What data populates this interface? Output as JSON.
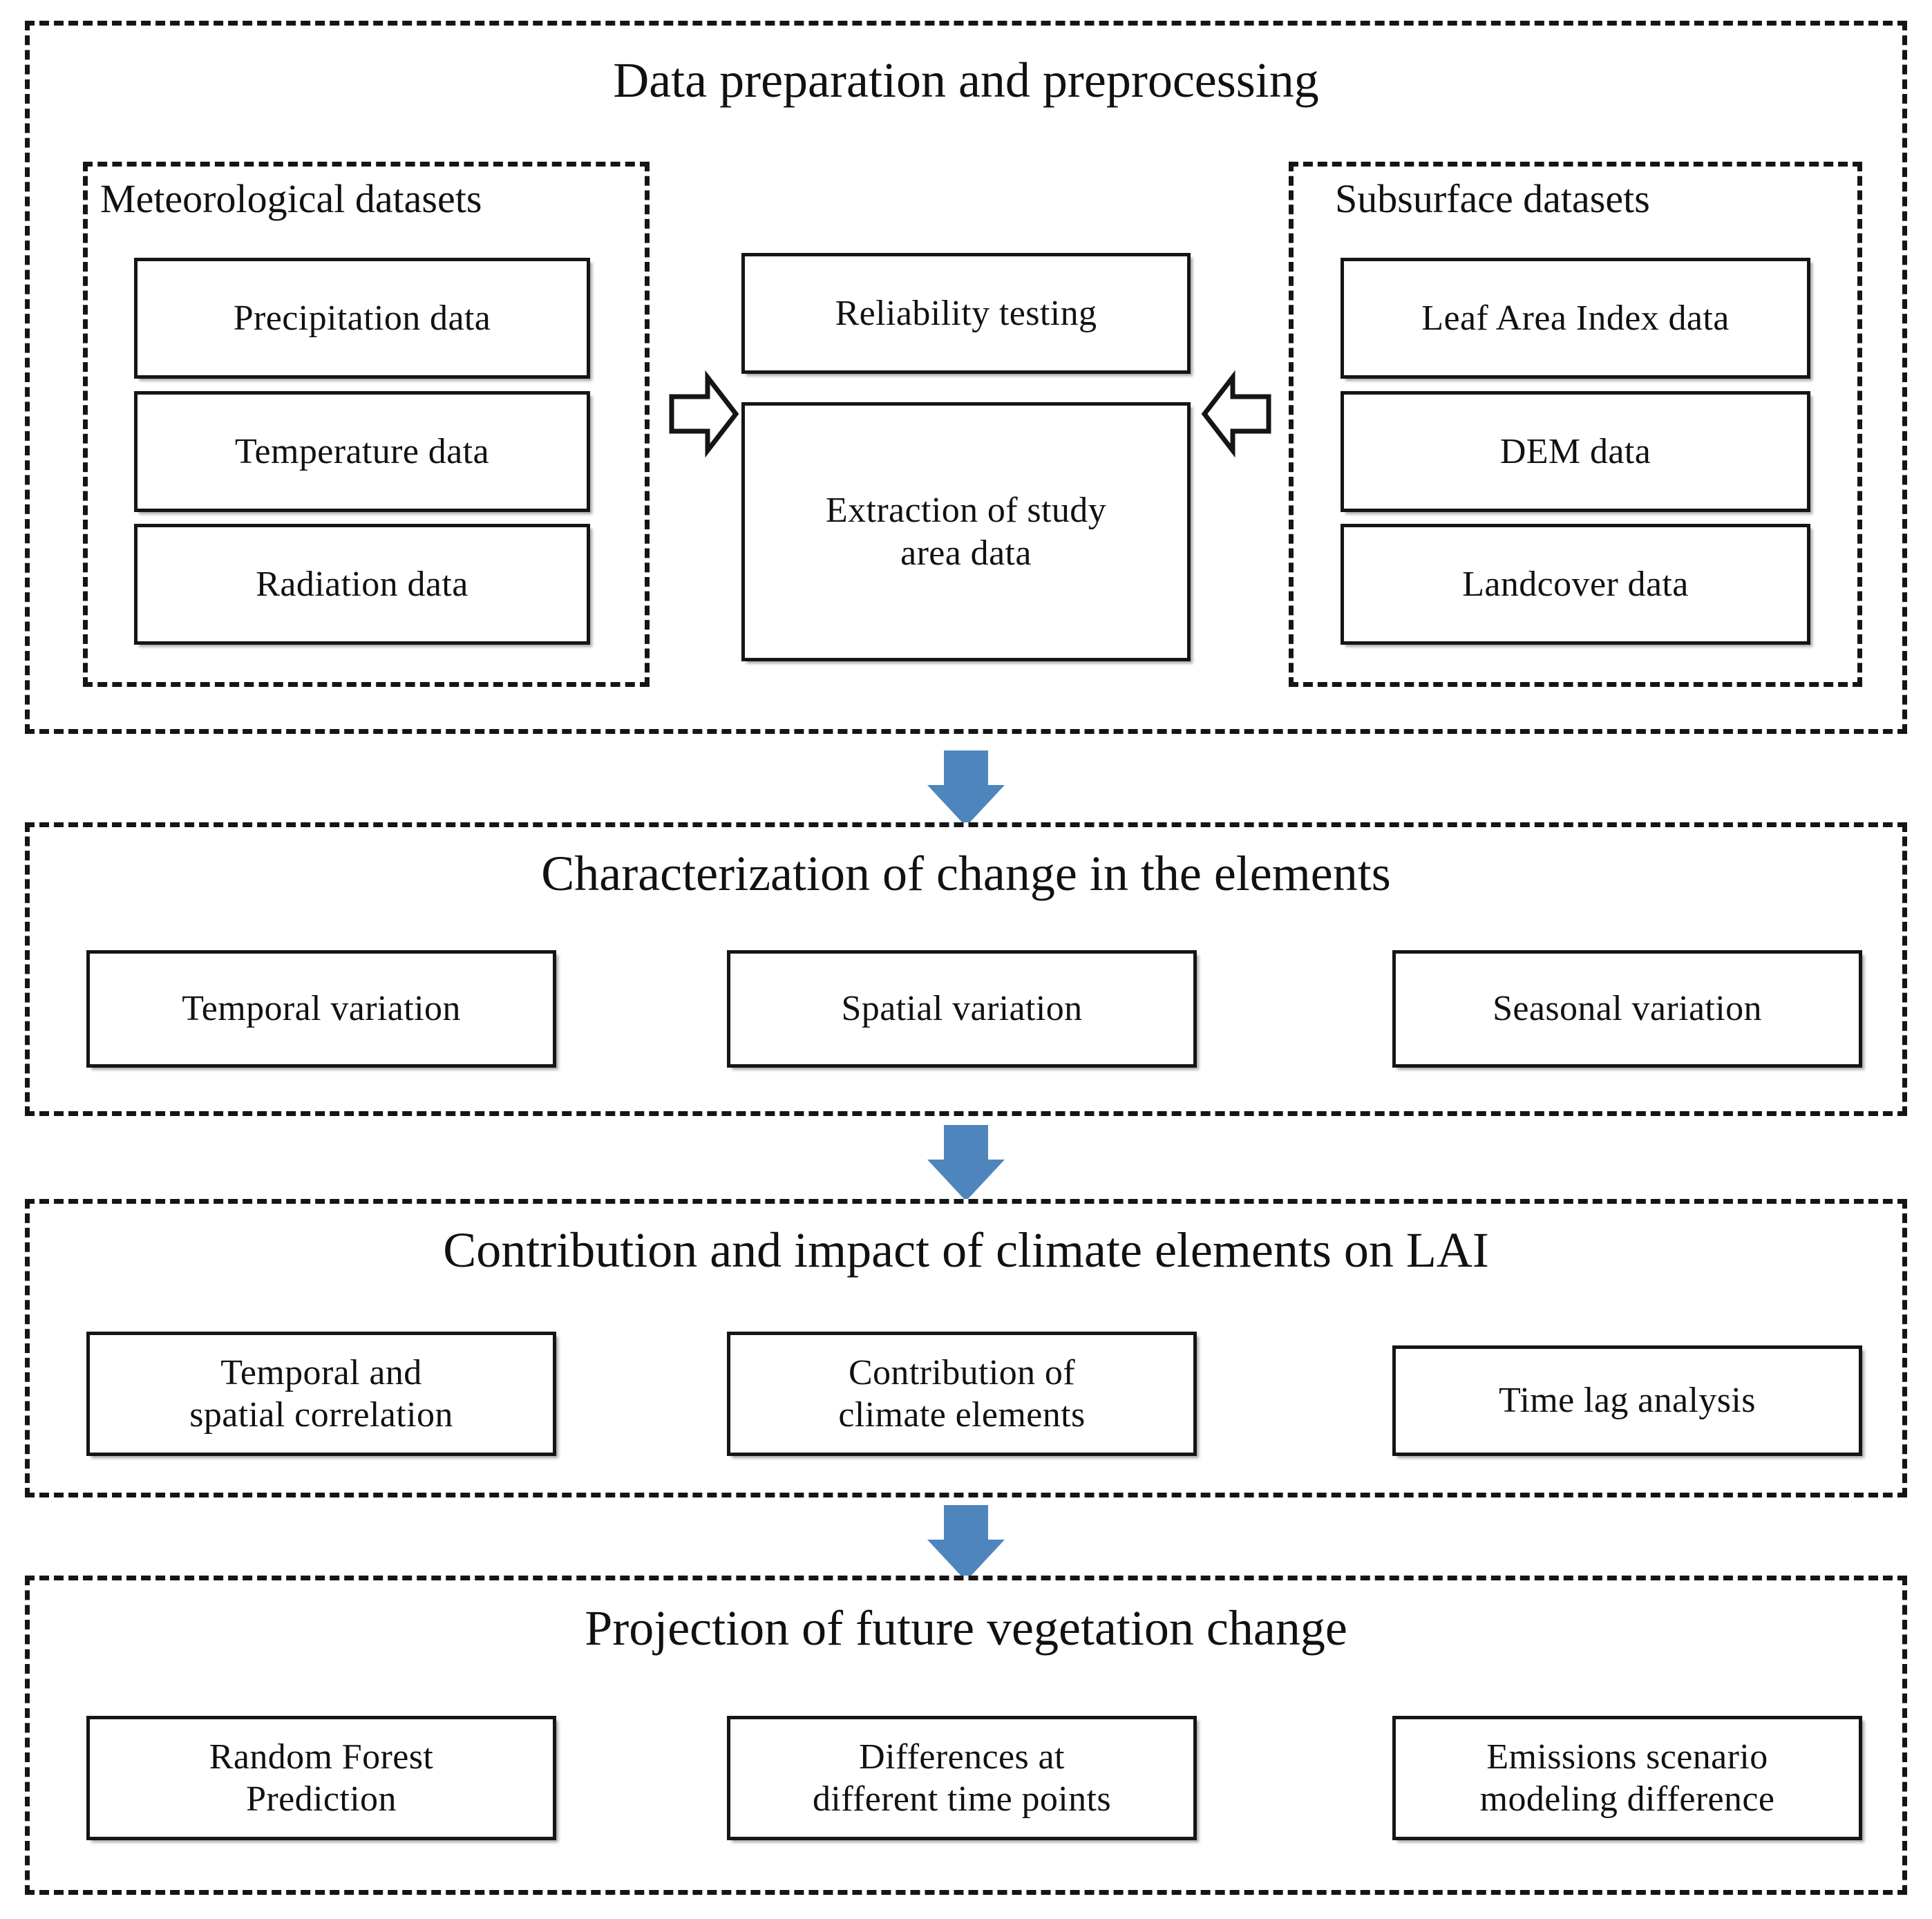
{
  "diagram": {
    "title": "Research workflow flowchart",
    "accent_color": "#4E85BD",
    "line_color": "#151515",
    "background": "#FFFFFF"
  },
  "sections": [
    {
      "id": "data-preparation",
      "title": "Data preparation and preprocessing",
      "subgroups": [
        {
          "id": "meteorological-datasets",
          "title": "Meteorological datasets",
          "items": [
            {
              "label": "Precipitation data"
            },
            {
              "label": "Temperature data"
            },
            {
              "label": "Radiation data"
            }
          ]
        },
        {
          "id": "subsurface-datasets",
          "title": "Subsurface datasets",
          "items": [
            {
              "label": "Leaf Area Index data"
            },
            {
              "label": "DEM data"
            },
            {
              "label": "Landcover data"
            }
          ]
        }
      ],
      "center_items": [
        {
          "label": "Reliability testing"
        },
        {
          "label": "Extraction of study\narea data"
        }
      ],
      "connectors": [
        {
          "id": "left-block-arrow",
          "direction": "right"
        },
        {
          "id": "right-block-arrow",
          "direction": "left"
        }
      ]
    },
    {
      "id": "characterization-of-change",
      "title": "Characterization of change in the elements",
      "items": [
        {
          "label": "Temporal variation"
        },
        {
          "label": "Spatial variation"
        },
        {
          "label": "Seasonal variation"
        }
      ]
    },
    {
      "id": "contribution-and-impact",
      "title": "Contribution and impact of climate elements on LAI",
      "items": [
        {
          "label": "Temporal and\nspatial correlation"
        },
        {
          "label": "Contribution of\nclimate elements"
        },
        {
          "label": "Time lag analysis"
        }
      ]
    },
    {
      "id": "projection-of-future",
      "title": "Projection of future vegetation change",
      "items": [
        {
          "label": "Random Forest\nPrediction"
        },
        {
          "label": "Differences at\ndifferent time points"
        },
        {
          "label": "Emissions scenario\nmodeling difference"
        }
      ]
    }
  ],
  "flow_arrows": [
    {
      "id": "arrow-1-to-2",
      "from": "data-preparation",
      "to": "characterization-of-change",
      "direction": "down",
      "color": "#4E85BD"
    },
    {
      "id": "arrow-2-to-3",
      "from": "characterization-of-change",
      "to": "contribution-and-impact",
      "direction": "down",
      "color": "#4E85BD"
    },
    {
      "id": "arrow-3-to-4",
      "from": "contribution-and-impact",
      "to": "projection-of-future",
      "direction": "down",
      "color": "#4E85BD"
    }
  ]
}
